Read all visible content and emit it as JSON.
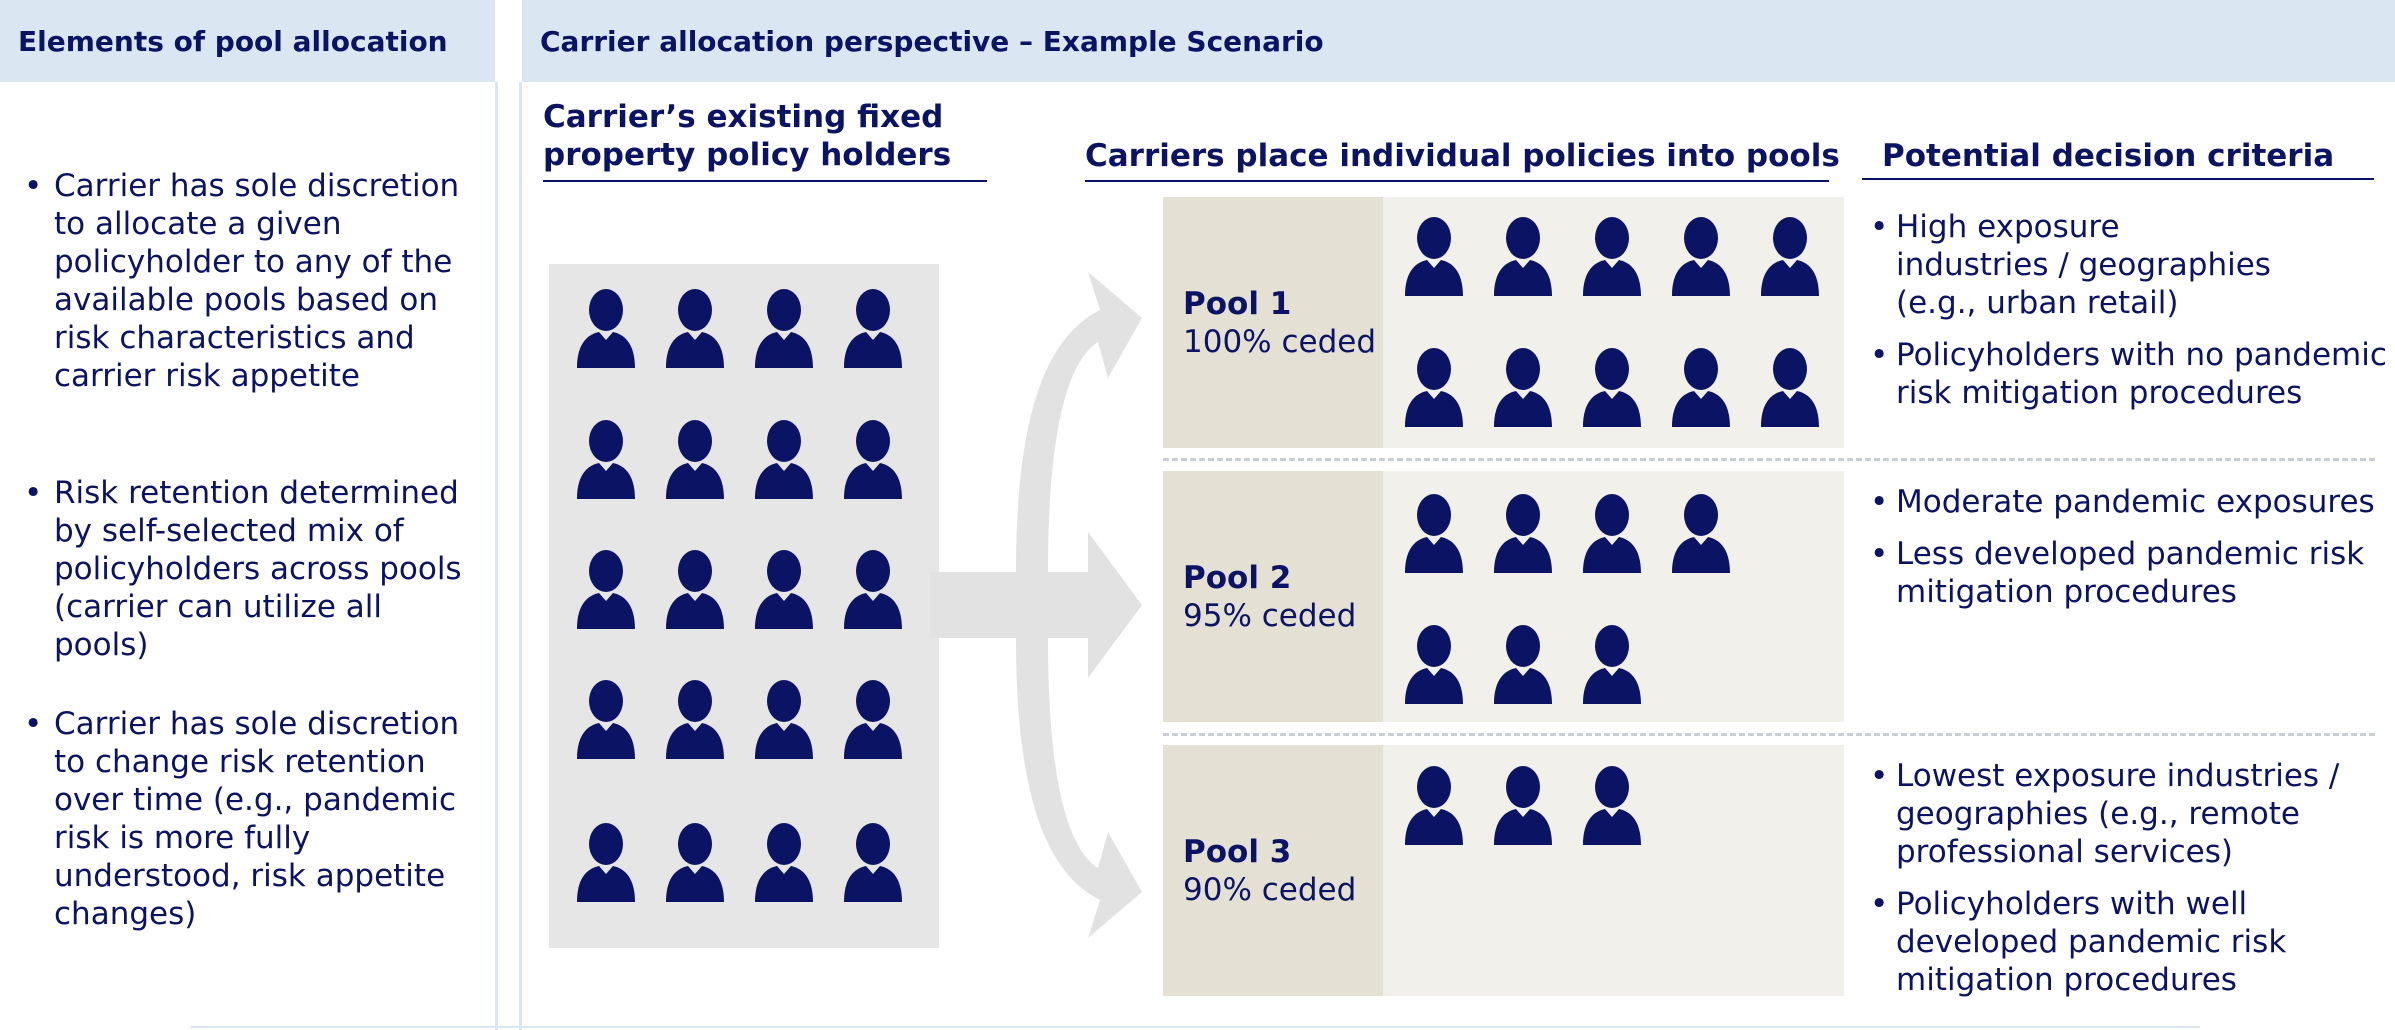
{
  "left": {
    "header": "Elements of pool allocation",
    "bullets": [
      "Carrier has sole discretion to allocate a given policyholder to any of the available pools based on risk characteristics and carrier risk appetite",
      "Risk retention determined by self-selected mix of policyholders across pools (carrier can utilize all pools)",
      "Carrier has sole discretion to change risk retention over time  (e.g., pandemic risk is more fully understood, risk appetite changes)"
    ]
  },
  "right": {
    "header": "Carrier allocation perspective – Example Scenario",
    "col1_title": "Carrier’s existing fixed property policy holders",
    "col2_title": "Carriers place individual policies into pools",
    "col3_title": "Potential decision criteria"
  },
  "pools": [
    {
      "name": "Pool 1",
      "ceded": "100% ceded",
      "criteria": [
        "High exposure industries / geographies (e.g., urban retail)",
        "Policyholders with no pandemic risk mitigation procedures"
      ]
    },
    {
      "name": "Pool 2",
      "ceded": "95% ceded",
      "criteria": [
        "Moderate pandemic exposures",
        "Less developed pandemic risk mitigation procedures"
      ]
    },
    {
      "name": "Pool 3",
      "ceded": "90% ceded",
      "criteria": [
        "Lowest exposure industries / geographies (e.g., remote professional services)",
        "Policyholders with well developed pandemic risk mitigation procedures"
      ]
    }
  ],
  "icons": {
    "person": "person-icon",
    "arrow": "flow-arrow-icon"
  },
  "counts": {
    "existing_policyholders": 20,
    "pool1_policyholders": 10,
    "pool2_policyholders": 7,
    "pool3_policyholders": 3
  },
  "colors": {
    "navy": "#0b1464",
    "header_bg": "#dbe6f3",
    "grid_bg": "#e6e6e6",
    "pool_bg": "#f2f0ea",
    "pool_band": "#e4e0d3",
    "arrow": "#e2e2e2"
  }
}
